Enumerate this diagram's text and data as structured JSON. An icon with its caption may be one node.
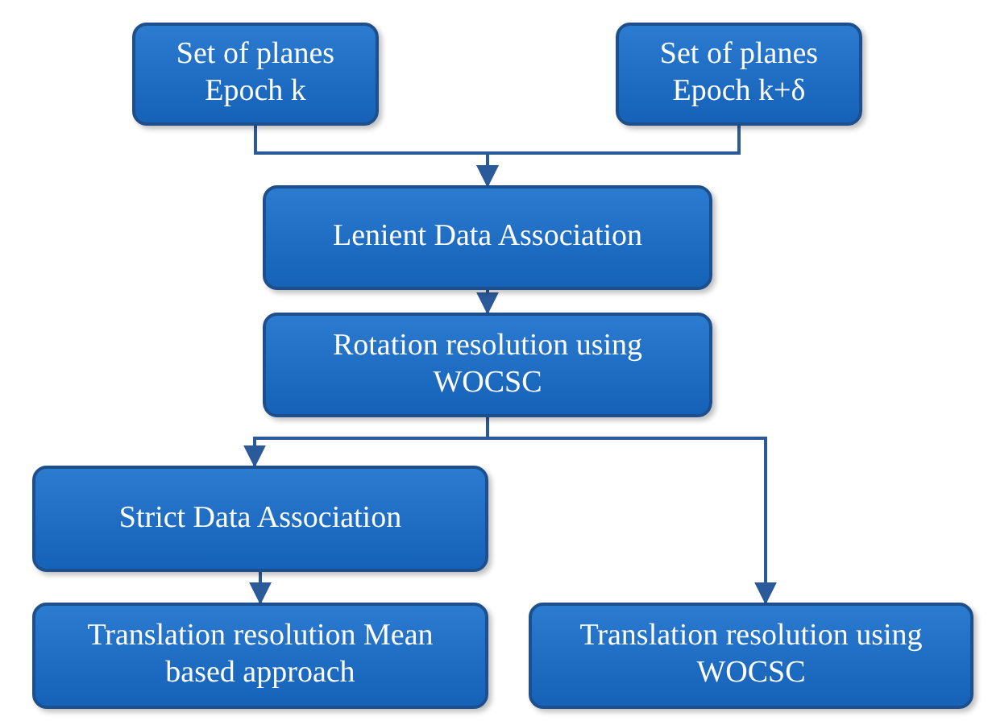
{
  "diagram": {
    "nodes": [
      {
        "text": [
          "Set of planes Epoch k"
        ]
      },
      {
        "text": [
          "Set of planes Epoch k+δ"
        ]
      },
      {
        "text": [
          "Lenient Data Association"
        ]
      },
      {
        "text": [
          "Rotation resolution using WOCSC"
        ]
      },
      {
        "text": [
          "Strict Data Association"
        ]
      },
      {
        "text": [
          "Translation resolution Mean based approach"
        ]
      },
      {
        "text": [
          "Translation resolution using WOCSC"
        ]
      }
    ],
    "edges": [
      {
        "from": 0,
        "to": 2,
        "arrow": "to"
      },
      {
        "from": 1,
        "to": 2,
        "arrow": "to"
      },
      {
        "from": 2,
        "to": 3,
        "arrow": "to"
      },
      {
        "from": 3,
        "to": 4,
        "arrow": "to"
      },
      {
        "from": 3,
        "to": 6,
        "arrow": "to"
      },
      {
        "from": 4,
        "to": 5,
        "arrow": "to"
      }
    ]
  }
}
